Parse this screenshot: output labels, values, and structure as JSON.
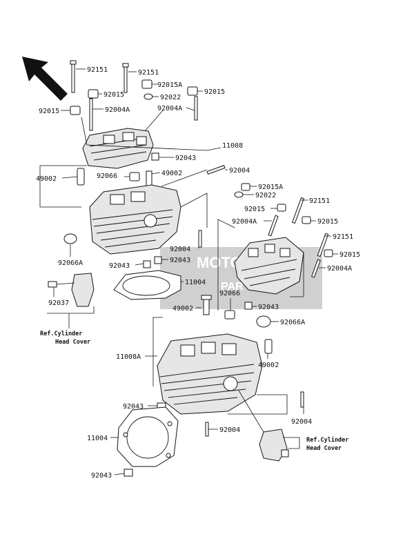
{
  "labels": {
    "top_left": {
      "bolt_92151_a": "92151",
      "bolt_92151_b": "92151",
      "cap_92015_a": "92015",
      "cap_92015_b": "92015",
      "cap_92015A": "92015A",
      "washer_92022": "92022",
      "cap_92015_c": "92015",
      "stud_92004A_a": "92004A",
      "stud_92004A_b": "92004A",
      "head_11008": "11008",
      "pin_92043": "92043",
      "plug_49002_l": "49002",
      "plug_49002_r": "49002",
      "plug_92066": "92066",
      "stud_92004": "92004",
      "cap_92066A": "92066A",
      "stud_92004_b": "92004",
      "pin_92043_b": "92043",
      "pin_92043_c": "92043",
      "gasket_11004": "11004",
      "bolt_92037": "92037"
    },
    "right": {
      "cap_92015A": "92015A",
      "washer_92022": "92022",
      "bolt_92151_a": "92151",
      "cap_92015_a": "92015",
      "stud_92004A_a": "92004A",
      "cap_92015_b": "92015",
      "bolt_92151_b": "92151",
      "cap_92015_c": "92015",
      "stud_92004A_b": "92004A"
    },
    "bottom": {
      "plug_49002": "49002",
      "plug_92066": "92066",
      "pin_92043": "92043",
      "cap_92066A": "92066A",
      "plug_49002_r": "49002",
      "head_11008A": "11008A",
      "pin_92043_b": "92043",
      "stud_92004_r": "92004",
      "gasket_11004": "11004",
      "stud_92004_c": "92004",
      "pin_92043_c": "92043"
    },
    "refs": {
      "left_line1": "Ref.Cylinder",
      "left_line2": "Head Cover",
      "right_line1": "Ref.Cylinder",
      "right_line2": "Head Cover"
    }
  },
  "watermark": {
    "text_1": "MOTO",
    "text_2": "PAR"
  },
  "colors": {
    "line": "#111111",
    "watermark_box": "#c8c8c8",
    "background": "#ffffff"
  },
  "icons": {
    "direction": "arrow-northwest-icon"
  }
}
